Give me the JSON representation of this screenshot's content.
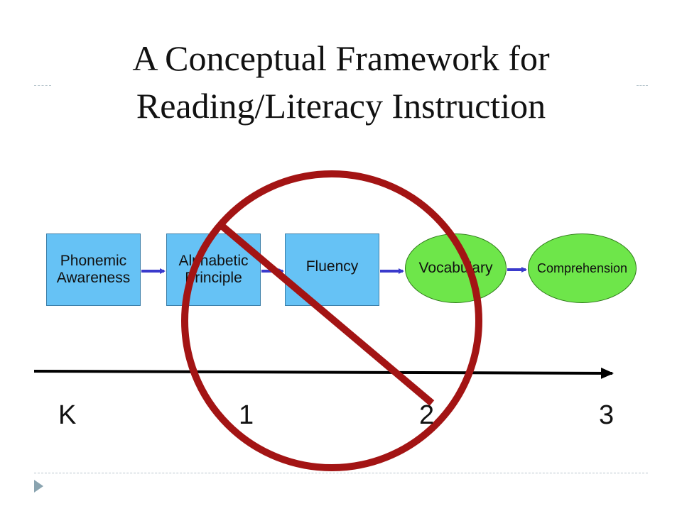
{
  "title": {
    "line1": "A Conceptual Framework for",
    "line2": "Reading/Literacy Instruction"
  },
  "stages": [
    {
      "label": "Phonemic\nAwareness",
      "shape": "rectangle",
      "color": "#66c2f5"
    },
    {
      "label": "Alphabetic\nPrinciple",
      "shape": "rectangle",
      "color": "#66c2f5"
    },
    {
      "label": "Fluency",
      "shape": "rectangle",
      "color": "#66c2f5"
    },
    {
      "label": "Vocabulary",
      "shape": "ellipse",
      "color": "#6ee64a"
    },
    {
      "label": "Comprehension",
      "shape": "ellipse",
      "color": "#6ee64a"
    }
  ],
  "grades": [
    "K",
    "1",
    "2",
    "3"
  ],
  "colors": {
    "connector_arrow": "#3a3acc",
    "prohibition_sign": "#a31414",
    "timeline": "#000000",
    "slide_bullet": "#8aa4b0"
  },
  "icons": {
    "overlay": "prohibition-sign-icon",
    "bullet": "triangle-bullet-icon"
  }
}
